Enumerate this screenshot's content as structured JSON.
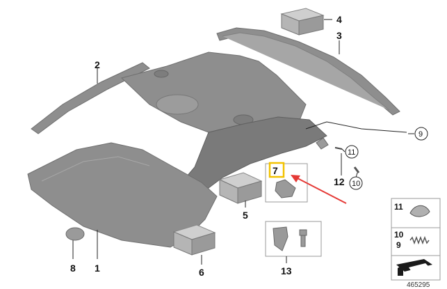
{
  "colors": {
    "part_fill": "#8e8e8e",
    "callout_highlight": "#f2c200",
    "arrow_red": "#e53935",
    "line": "#222222"
  },
  "callouts": {
    "c1": "1",
    "c2": "2",
    "c3": "3",
    "c4": "4",
    "c5": "5",
    "c6": "6",
    "c7": "7",
    "c8": "8",
    "c9": "9",
    "c10": "10",
    "c11": "11",
    "c12": "12",
    "c13": "13"
  },
  "legend": {
    "item11": "11",
    "item10": "10",
    "item9": "9"
  },
  "document_number": "465295",
  "icons": [
    "spring-clip-icon",
    "tension-spring-icon",
    "document-arrow-icon",
    "red-pointer-arrow-icon"
  ]
}
